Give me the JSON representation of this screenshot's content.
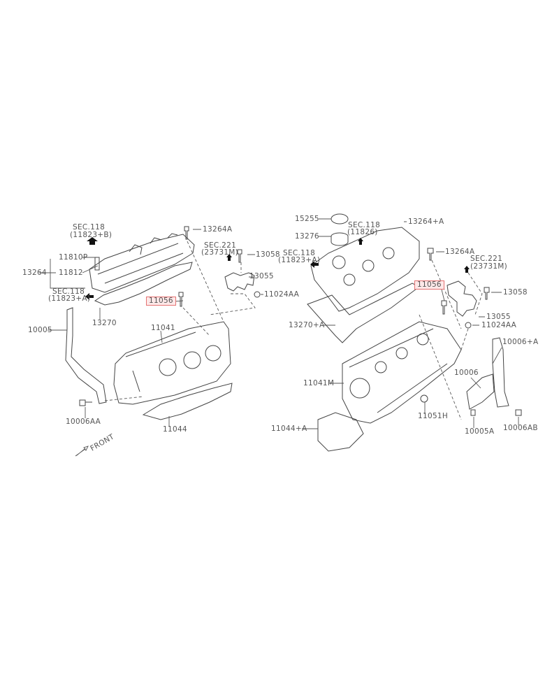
{
  "left": {
    "sec118_b": "SEC.118",
    "sec118_b_ref": "(11823+B)",
    "p13264A": "13264A",
    "sec221": "SEC.221",
    "sec221_ref": "(23731M)",
    "p13058": "13058",
    "p11810P": "11810P",
    "p13264": "13264",
    "p11812": "11812",
    "p13055": "13055",
    "sec118_a": "SEC.118",
    "sec118_a_ref": "(11823+A)",
    "p11024AA": "11024AA",
    "p11056": "11056",
    "p13270": "13270",
    "p10005": "10005",
    "p11041": "11041",
    "p10006AA": "10006AA",
    "p11044": "11044",
    "front": "FRONT"
  },
  "right": {
    "p15255": "15255",
    "p13276": "13276",
    "sec118_c": "SEC.118",
    "sec118_c_ref": "(11826)",
    "p13264plusA": "13264+A",
    "sec118_a": "SEC.118",
    "sec118_a_ref": "(11823+A)",
    "p13264A": "13264A",
    "sec221": "SEC.221",
    "sec221_ref": "(23731M)",
    "p11056": "11056",
    "p13058": "13058",
    "p13055": "13055",
    "p11024AA": "11024AA",
    "p13270plusA": "13270+A",
    "p10006plusA": "10006+A",
    "p10006": "10006",
    "p11041M": "11041M",
    "p11051H": "11051H",
    "p11044plusA": "11044+A",
    "p10005A": "10005A",
    "p10006AB": "10006AB"
  },
  "colors": {
    "highlight": "#e57373",
    "line": "#444444"
  }
}
